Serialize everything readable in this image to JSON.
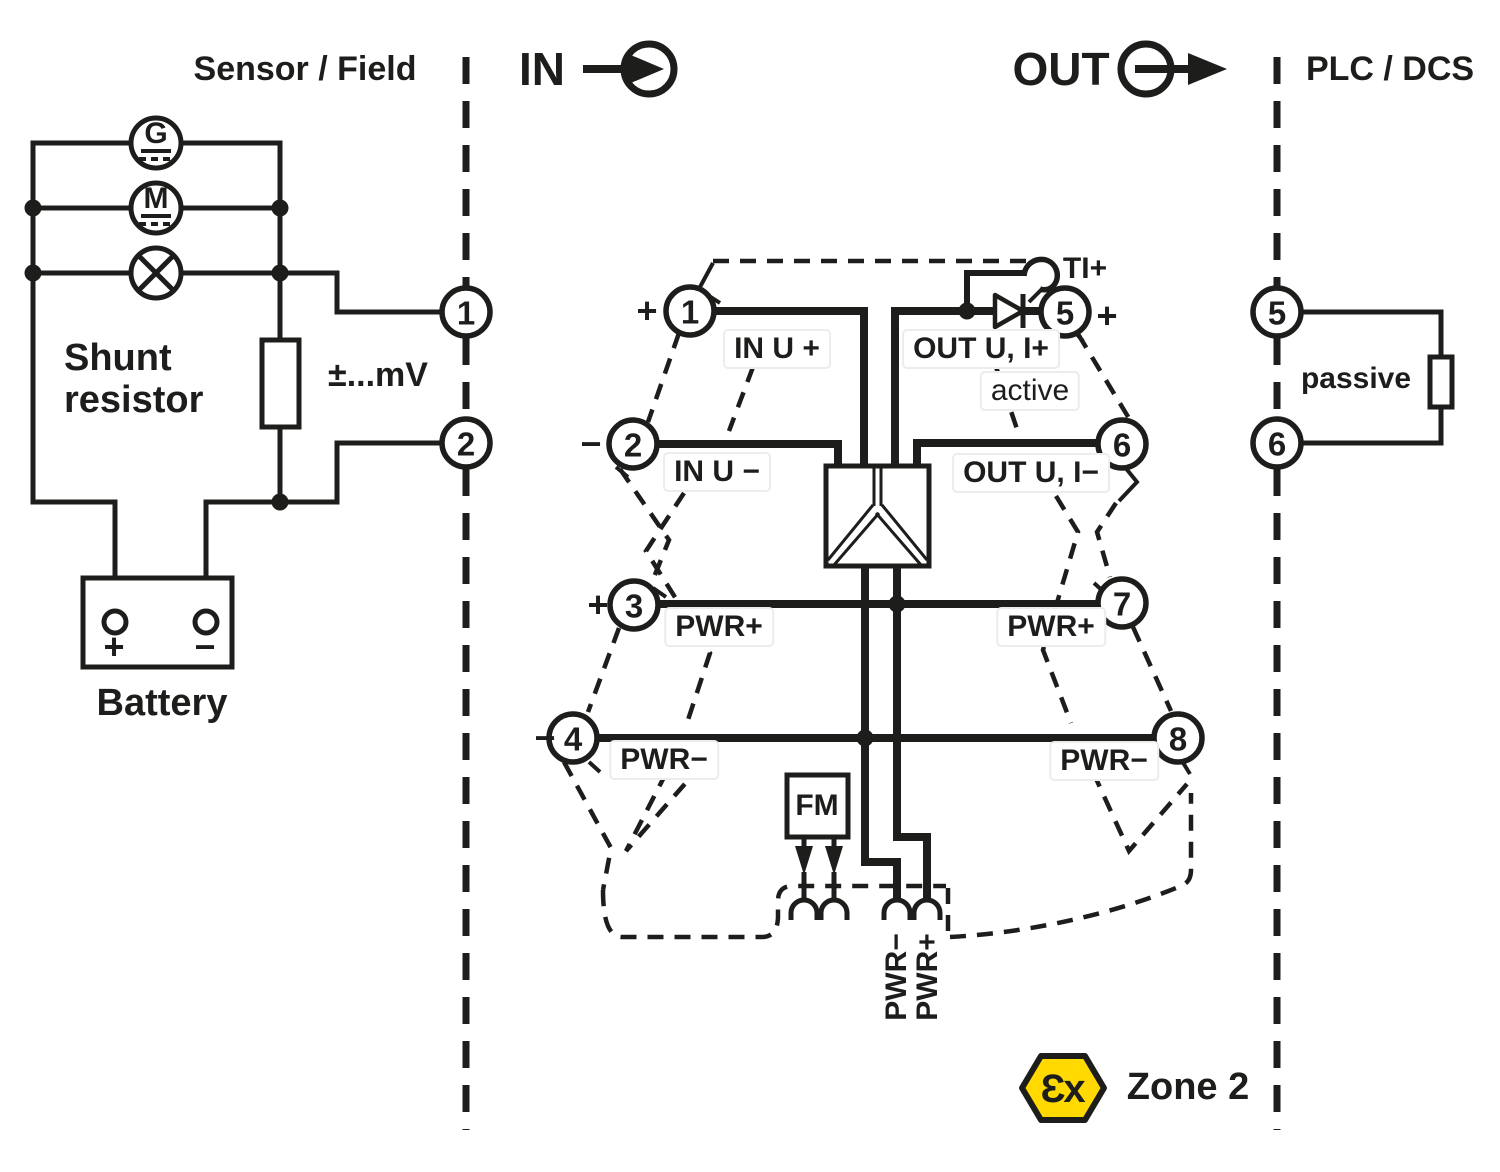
{
  "header": {
    "sensor_field": "Sensor / Field",
    "in": "IN",
    "out": "OUT",
    "plc_dcs": "PLC / DCS"
  },
  "field_side": {
    "generator_symbol": "G",
    "motor_symbol": "M",
    "shunt_resistor": "Shunt resistor",
    "millivolt_range": "±...mV",
    "battery": {
      "label": "Battery",
      "plus": "+",
      "minus": "−"
    },
    "terminals": [
      {
        "number": "1"
      },
      {
        "number": "2"
      }
    ]
  },
  "module": {
    "input_terminals": [
      {
        "number": "1",
        "sign": "+",
        "label": "IN U +"
      },
      {
        "number": "2",
        "sign": "−",
        "label": "IN U −"
      },
      {
        "number": "3",
        "sign": "+",
        "label": "PWR+"
      },
      {
        "number": "4",
        "sign": "−",
        "label": "PWR−"
      }
    ],
    "output_terminals": [
      {
        "number": "5",
        "sign": "+",
        "label": "OUT U, I+"
      },
      {
        "number": "6",
        "label": "OUT U, I−"
      },
      {
        "number": "7",
        "label": "PWR+"
      },
      {
        "number": "8",
        "label": "PWR−"
      }
    ],
    "test_tap": "TI+",
    "output_mode": "active",
    "fm_box": "FM",
    "power_bus": {
      "minus": "PWR−",
      "plus": "PWR+"
    }
  },
  "plc_side": {
    "terminals": [
      {
        "number": "5"
      },
      {
        "number": "6"
      }
    ],
    "mode": "passive"
  },
  "hazard": {
    "ex_mark": "Ɛx",
    "zone": "Zone 2",
    "badge_color": "#FFD900",
    "line_color": "#1D1D1B"
  }
}
